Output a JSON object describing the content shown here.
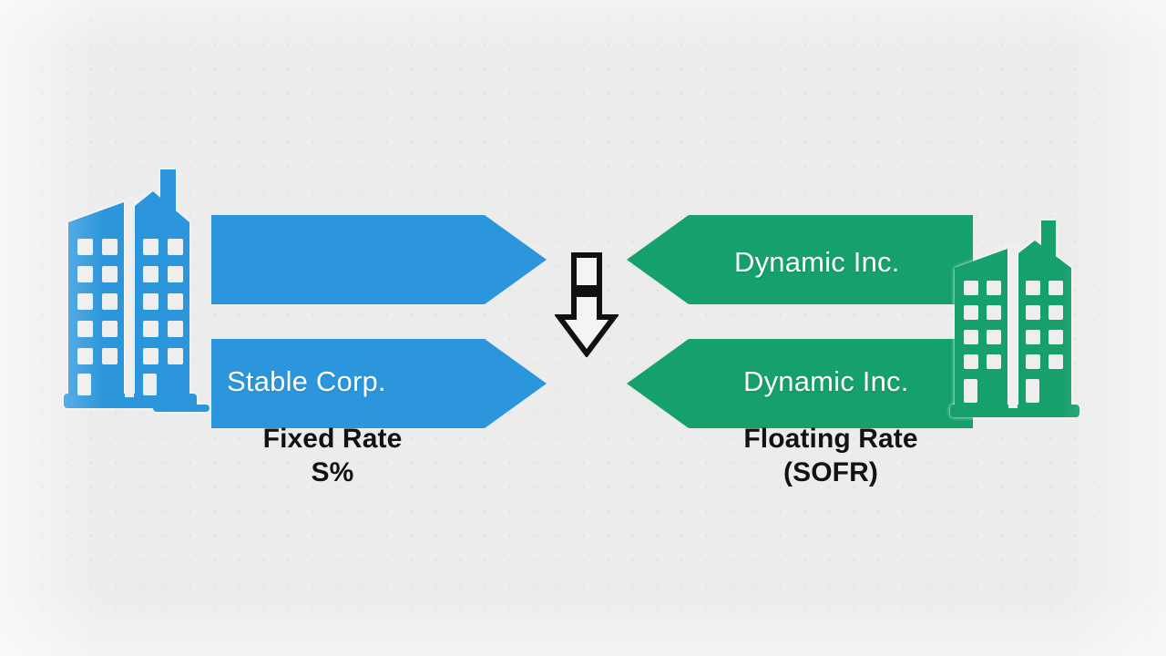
{
  "scene": {
    "type": "interest-rate-swap-diagram",
    "background_color": "#ececec",
    "dot_grid": true
  },
  "palette": {
    "blue": "#2b96db",
    "blue_dark": "#2287cc",
    "green": "#15a06c",
    "green_dark": "#0f8f5f",
    "text_dark": "#121212",
    "text_light": "#ffffff",
    "outline": "#101010"
  },
  "left_party": {
    "icon": "office-building-icon",
    "icon_color": "#2b96db",
    "arrow_direction": "right",
    "arrow_top_label": "",
    "arrow_bottom_label": "Stable Corp.",
    "caption_line1": "Fixed Rate",
    "caption_line2": "S%"
  },
  "right_party": {
    "icon": "office-building-icon",
    "icon_color": "#15a06c",
    "arrow_direction": "left",
    "arrow_top_label": "Dynamic Inc.",
    "arrow_bottom_label": "Dynamic Inc.",
    "caption_line1": "Floating Rate",
    "caption_line2": "(SOFR)"
  },
  "center": {
    "icon": "down-arrow-icon",
    "style": "outlined-with-black-band"
  }
}
